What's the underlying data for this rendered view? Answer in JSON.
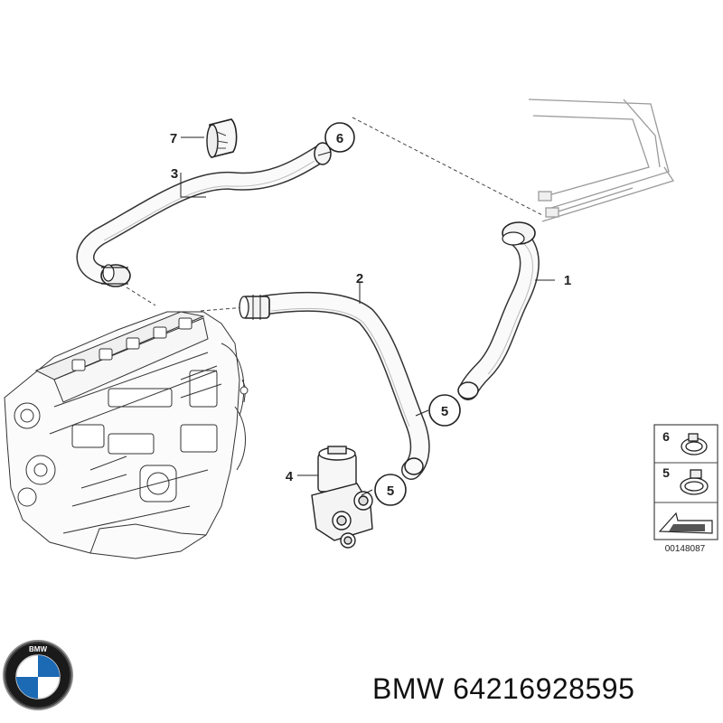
{
  "callouts": {
    "c1": "1",
    "c2": "2",
    "c3": "3",
    "c4": "4",
    "c5a": "5",
    "c5b": "5",
    "c6": "6",
    "c7": "7"
  },
  "legend": {
    "item6": "6",
    "item5": "5",
    "diagram_code": "00148087"
  },
  "logo": {
    "letters": "BMW"
  },
  "caption": {
    "brand": "BMW",
    "part_number": "64216928595"
  }
}
